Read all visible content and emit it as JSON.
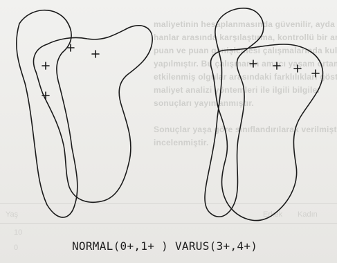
{
  "caption": "NORMAL(0+,1+ ) VARUS(3+,4+)",
  "marker_symbol": "+",
  "ink_color": "#1a1a1a",
  "paper_color": "#eeeeec",
  "bleed_color": "#cfcfcc",
  "bleed_through": {
    "lines": [
      "maliyetinin hesaplanmasında güvenilir, ayda yo",
      "hanlar arasında karşılaştırma, kontrollü bir araştı",
      "puan ve puan genişlemesi çalışmalarında kullanıl",
      "yapılmıştır. Bu çalışmanın amacı yaşam ortamı",
      "etkilenmiş olgular arasındaki farklılıkları göster",
      "maliyet analizi yöntemleri ile ilgili bilgiler",
      "sonuçları yayınlanmıştır.",
      "",
      "Sonuçlar yaşa göre sınıflandırılarak verilmiştir",
      "incelenmiştir."
    ],
    "table_header": [
      "Yaş",
      "Erkek",
      "Kadın"
    ],
    "table_rows": [
      [
        "10",
        "",
        ""
      ],
      [
        "0",
        "",
        ""
      ]
    ]
  }
}
